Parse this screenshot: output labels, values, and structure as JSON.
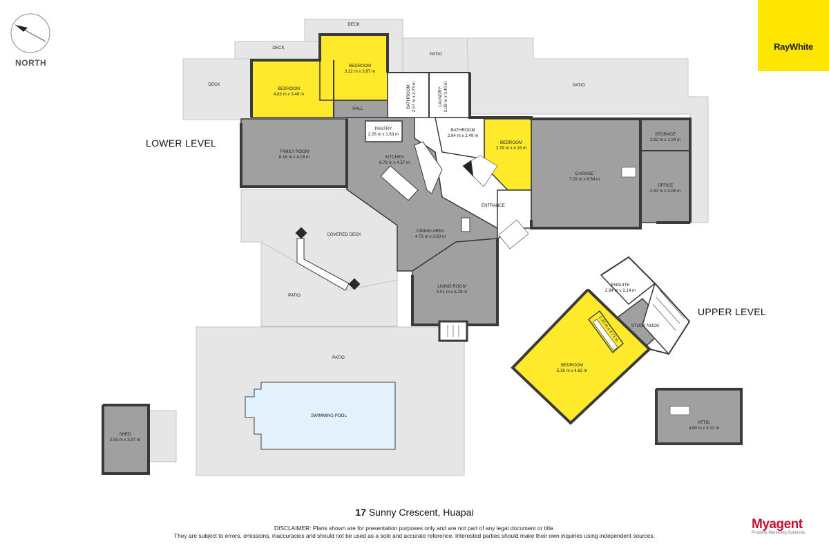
{
  "compass": {
    "label": "NORTH"
  },
  "brand": {
    "logo_text": "RayWhite",
    "accent": "#ffe600"
  },
  "levels": {
    "lower": "LOWER LEVEL",
    "upper": "UPPER LEVEL"
  },
  "colors": {
    "wall": "#3a3a3a",
    "room": "#a0a0a0",
    "bedroom": "#ffe92b",
    "outdoor": "#e6e6e6",
    "pool": "#e2f1fb"
  },
  "labels": {
    "deck_top": "DECK",
    "deck_mid": "DECK",
    "deck_left": "DECK",
    "patio_top": "PATIO",
    "patio_right": "PATIO",
    "hall": "HALL",
    "entrance": "ENTRANCE",
    "covered_deck": "COVERED DECK",
    "patio_left": "PATIO",
    "patio_bottom": "PATIO",
    "swimming_pool": "SWIMMING POOL"
  },
  "rooms": {
    "bedroom1": {
      "name": "BEDROOM",
      "dims": "4.83 m x 3.48 m"
    },
    "bedroom2": {
      "name": "BEDROOM",
      "dims": "3.22 m x 3.87 m"
    },
    "bathroom1": {
      "name": "BATHROOM",
      "dims": "2.57 m x 2.73 m"
    },
    "laundry": {
      "name": "LAUNDRY",
      "dims": "2.09 m x 3.40 m"
    },
    "pantry": {
      "name": "PANTRY",
      "dims": "2.26 m x 1.63 m"
    },
    "bathroom2": {
      "name": "BATHROOM",
      "dims": "2.64 m x 2.49 m"
    },
    "bedroom3": {
      "name": "BEDROOM",
      "dims": "2.79 m x 4.15 m"
    },
    "kitchen": {
      "name": "KITCHEN",
      "dims": "6.78 m x 4.57 m"
    },
    "family": {
      "name": "FAMILY ROOM",
      "dims": "6.18 m x 4.03 m"
    },
    "garage": {
      "name": "GARAGE",
      "dims": "7.29 m x 6.54 m"
    },
    "storage": {
      "name": "STORAGE",
      "dims": "2.82 m x 1.94 m"
    },
    "office": {
      "name": "OFFICE",
      "dims": "2.82 m x 4.06 m"
    },
    "dining": {
      "name": "DINING AREA",
      "dims": "4.73 m x 3.60 m"
    },
    "living": {
      "name": "LIVING ROOM",
      "dims": "5.01 m x 5.29 m"
    },
    "ensuite": {
      "name": "ENSUITE",
      "dims": "2.94 m x 2.14 m"
    },
    "study": {
      "name": "STUDY NOOK",
      "dims": ""
    },
    "closet": {
      "dims": "1.30 m x 4.71 m"
    },
    "bedroom_upper": {
      "name": "BEDROOM",
      "dims": "5.16 m x 4.62 m"
    },
    "shed": {
      "name": "SHED",
      "dims": "2.55 m x 3.97 m"
    },
    "attic": {
      "name": "ATTIC",
      "dims": "4.80 m x 3.12 m"
    }
  },
  "address": {
    "number": "17",
    "street": "Sunny Crescent, Huapai"
  },
  "disclaimer": {
    "line1": "DISCLAIMER: Plans shown are for presentation purposes only and are not part of any legal document or title.",
    "line2": "They are subject to errors, omissions, inaccuracies and should not be used as a sole and accurate reference. Interested parties should make their own inquiries using independent sources."
  },
  "myagent": {
    "name": "Myagent",
    "tagline": "Property Marketing Solutions",
    "accent": "#c8102e"
  }
}
